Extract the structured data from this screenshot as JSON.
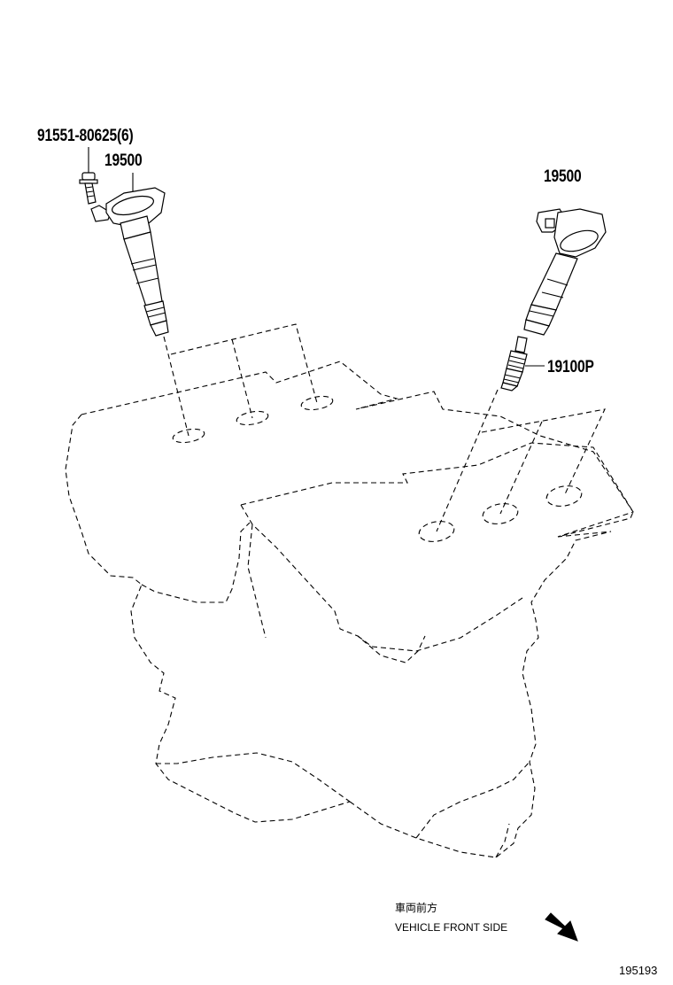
{
  "labels": {
    "bolt_part": "91551-80625(6)",
    "coil_part_left": "19500",
    "coil_part_right": "19500",
    "spark_plug_part": "19100P",
    "front_side_jp": "車両前方",
    "front_side_en": "VEHICLE FRONT SIDE",
    "illustration_number": "195193"
  },
  "icons": {
    "direction_arrow": "arrow-down-right-icon"
  }
}
